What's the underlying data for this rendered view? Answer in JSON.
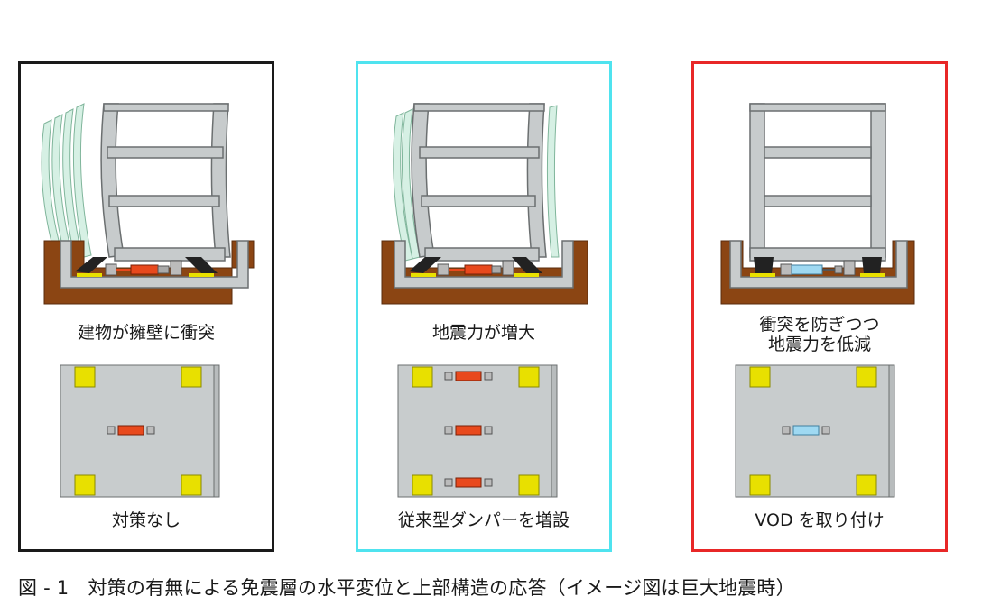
{
  "panels": [
    {
      "id": "no-countermeasure",
      "caption_top": [
        "建物が擁壁に衝突"
      ],
      "caption_bottom": "対策なし",
      "frame_color": "#1a1a1a",
      "damper_color": "#e8491d",
      "building_state": "swaying"
    },
    {
      "id": "conventional-dampers",
      "caption_top": [
        "地震力が増大"
      ],
      "caption_bottom": "従来型ダンパーを増設",
      "frame_color": "#4fe3ef",
      "damper_color": "#e8491d",
      "building_state": "swaying"
    },
    {
      "id": "vod-installed",
      "caption_top": [
        "衝突を防ぎつつ",
        "地震力を低減"
      ],
      "caption_bottom": "VOD を取り付け",
      "frame_color": "#e82727",
      "damper_color": "#9fd9f2",
      "building_state": "upright"
    }
  ],
  "figure_caption": "図 - 1　対策の有無による免震層の水平変位と上部構造の応答（イメージ図は巨大地震時）",
  "colors": {
    "retaining_wall": "#8b4513",
    "isolator_pad": "#e8e000",
    "concrete": "#c8cccd",
    "ghost": "#a8dcc4"
  }
}
